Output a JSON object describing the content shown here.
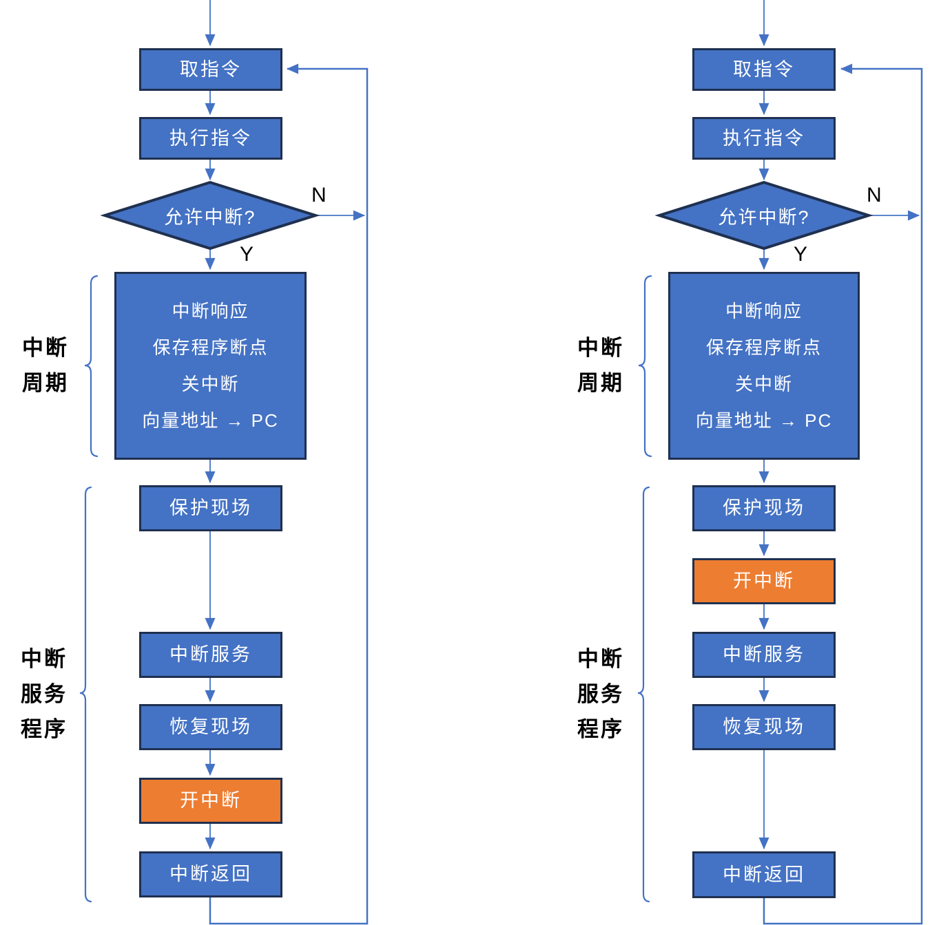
{
  "colors": {
    "box_fill": "#4472C4",
    "box_border": "#1F3050",
    "accent_fill": "#ED7D31",
    "line_color": "#4472C4",
    "box_text": "#FFFFFF",
    "label_text": "#000000"
  },
  "charts": {
    "left": {
      "fetch": "取指令",
      "execute": "执行指令",
      "decision": "允许中断?",
      "no_label": "N",
      "yes_label": "Y",
      "cycle_lines": [
        "中断响应",
        "保存程序断点",
        "关中断",
        "向量地址 → PC"
      ],
      "protect": "保护现场",
      "service": "中断服务",
      "restore": "恢复现场",
      "open": "开中断",
      "return": "中断返回",
      "cycle_label": [
        "中断",
        "周期"
      ],
      "routine_label": [
        "中断",
        "服务",
        "程序"
      ]
    },
    "right": {
      "fetch": "取指令",
      "execute": "执行指令",
      "decision": "允许中断?",
      "no_label": "N",
      "yes_label": "Y",
      "cycle_lines": [
        "中断响应",
        "保存程序断点",
        "关中断",
        "向量地址 → PC"
      ],
      "protect": "保护现场",
      "service": "中断服务",
      "restore": "恢复现场",
      "open": "开中断",
      "return": "中断返回",
      "cycle_label": [
        "中断",
        "周期"
      ],
      "routine_label": [
        "中断",
        "服务",
        "程序"
      ]
    }
  }
}
